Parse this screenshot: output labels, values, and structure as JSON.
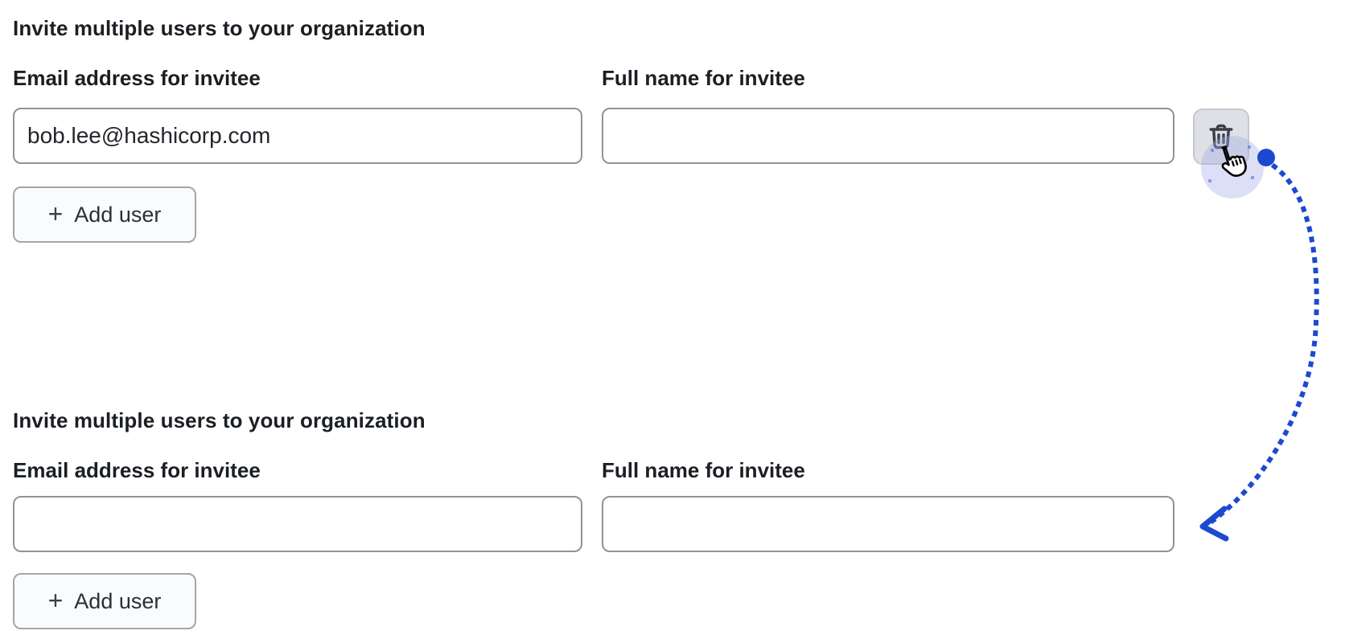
{
  "colors": {
    "accent_blue": "#1d49d1",
    "text_primary": "#1b1f24",
    "input_border": "#8e939d",
    "secondary_button_border": "#a2a6ae",
    "secondary_button_bg": "#fafbfc",
    "delete_button_bg": "#dde0e4",
    "icon_color": "#3c3f46",
    "cursor_halo": "rgba(167,174,233,0.40)"
  },
  "form_before": {
    "heading": "Invite multiple users to your organization",
    "email_field": {
      "label": "Email address for invitee",
      "value": "bob.lee@hashicorp.com"
    },
    "name_field": {
      "label": "Full name for invitee",
      "value": ""
    },
    "delete_button": {
      "icon": "trash-icon"
    },
    "add_user_button": {
      "icon_glyph": "+",
      "label": "Add user"
    }
  },
  "form_after": {
    "heading": "Invite multiple users to your organization",
    "email_field": {
      "label": "Email address for invitee",
      "value": ""
    },
    "name_field": {
      "label": "Full name for invitee",
      "value": ""
    },
    "add_user_button": {
      "icon_glyph": "+",
      "label": "Add user"
    }
  },
  "annotation": {
    "cursor_icon": "hand-pointer-cursor",
    "arrow_icon": "dotted-curved-arrow"
  }
}
